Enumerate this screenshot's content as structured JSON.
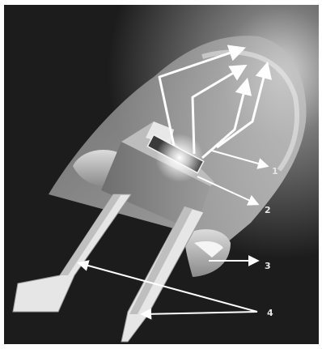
{
  "figure": {
    "background_color": "#1c1c1c",
    "frame_color": "#ffffff",
    "glow_color": "#ffffff",
    "callouts": [
      {
        "label": "1"
      },
      {
        "label": "2"
      },
      {
        "label": "3"
      },
      {
        "label": "4"
      }
    ]
  }
}
